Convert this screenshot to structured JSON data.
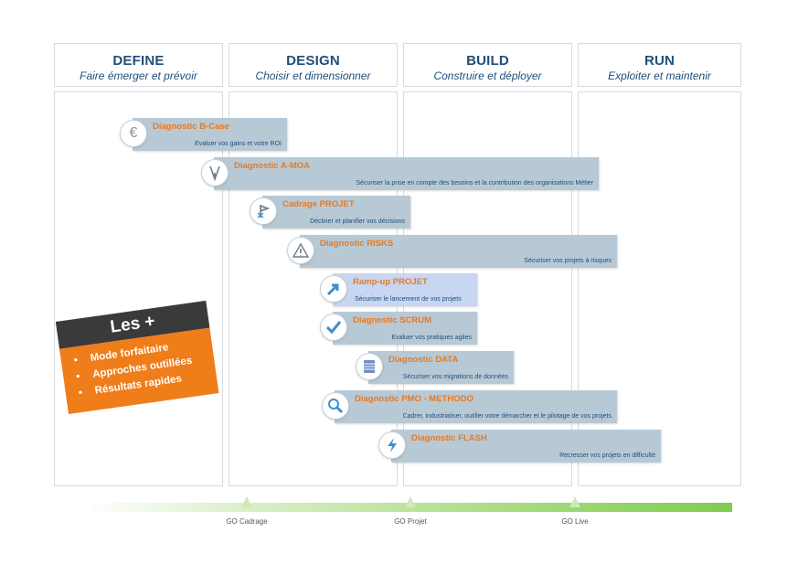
{
  "phases": [
    {
      "title": "DEFINE",
      "subtitle": "Faire émerger et prévoir"
    },
    {
      "title": "DESIGN",
      "subtitle": "Choisir et dimensionner"
    },
    {
      "title": "BUILD",
      "subtitle": "Construire et déployer"
    },
    {
      "title": "RUN",
      "subtitle": "Exploiter et maintenir"
    }
  ],
  "bars": [
    {
      "title": "Diagnostic B-Case",
      "desc": "Evaluer vos gains et votre ROI",
      "icon": "euro-icon"
    },
    {
      "title": "Diagnostic A-MOA",
      "desc": "Sécuriser la prise en compte des besoins et la contribution des organisations Métier",
      "icon": "branch-icon"
    },
    {
      "title": "Cadrage PROJET",
      "desc": "Décliner et planifier vos décisions",
      "icon": "flag-icon"
    },
    {
      "title": "Diagnostic RISKS",
      "desc": "Sécuriser vos projets à risques",
      "icon": "warning-icon"
    },
    {
      "title": "Ramp-up  PROJET",
      "desc": "Sécuriser le lancement de vos projets",
      "icon": "arrow-icon"
    },
    {
      "title": "Diagnostic SCRUM",
      "desc": "Evaluer vos pratiques agiles",
      "icon": "check-icon"
    },
    {
      "title": "Diagnostic DATA",
      "desc": "Sécuriser vos migrations de données",
      "icon": "database-icon"
    },
    {
      "title": "Diagnostic PMO - METHODO",
      "desc": "Cadrer, industrialiser, outiller votre démarcher et le pilotage de vos projets",
      "icon": "magnifier-icon"
    },
    {
      "title": "Diagnostic FLASH",
      "desc": "Recresser vos projets en difficulté",
      "icon": "lightning-icon"
    }
  ],
  "plus": {
    "title": "Les +",
    "items": [
      "Mode forfaitaire",
      "Approches outillées",
      "Résultats rapides"
    ]
  },
  "milestones": [
    "GO Cadrage",
    "GO Projet",
    "GO Live"
  ],
  "colors": {
    "accent": "#e8791e",
    "bar": "#b8c9d6",
    "heading": "#1f4e79",
    "plus_box": "#ef7d1a"
  }
}
